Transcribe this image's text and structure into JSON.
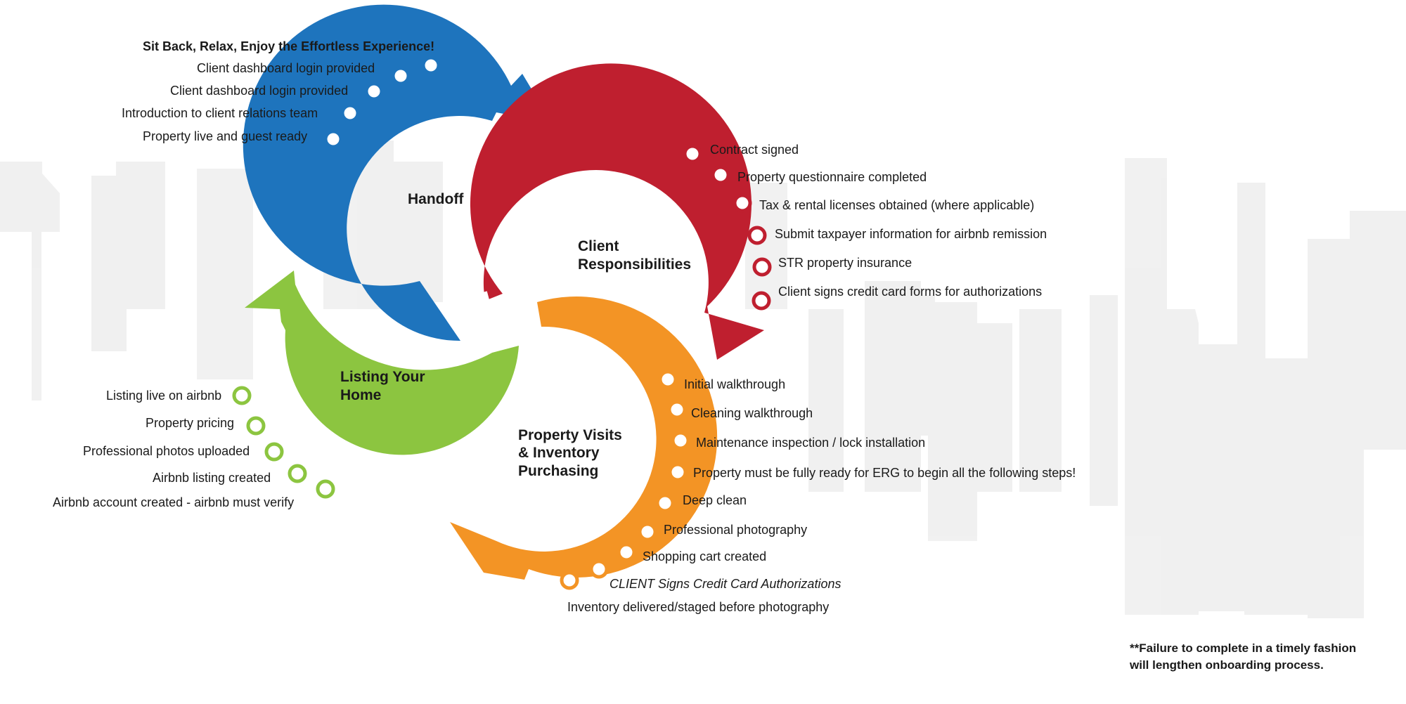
{
  "colors": {
    "handoff": "#1e74bd",
    "client": "#bf1f2f",
    "visits": "#f39425",
    "listing": "#8cc540",
    "skyline": "#e8e8e8",
    "text": "#1a1a1a"
  },
  "stages": {
    "handoff": {
      "title": "Handoff",
      "items": [
        "Sit Back, Relax, Enjoy the Effortless Experience!",
        "Client dashboard login provided",
        "Client dashboard login provided",
        "Introduction to client relations team",
        "Property live and guest ready"
      ]
    },
    "client": {
      "title_line1": "Client",
      "title_line2": "Responsibilities",
      "items": [
        "Contract signed",
        "Property questionnaire completed",
        "Tax & rental licenses obtained (where applicable)",
        "Submit taxpayer information for airbnb remission",
        "STR property insurance",
        "Client signs credit card forms for authorizations"
      ]
    },
    "visits": {
      "title_line1": "Property Visits",
      "title_line2": "& Inventory",
      "title_line3": "Purchasing",
      "items": [
        "Initial walkthrough",
        "Cleaning walkthrough",
        "Maintenance inspection / lock installation",
        "Property must be fully ready for ERG to begin all the following steps!",
        "Deep clean",
        "Professional photography",
        "Shopping cart created",
        "CLIENT Signs Credit Card Authorizations",
        "Inventory delivered/staged before photography"
      ]
    },
    "listing": {
      "title_line1": "Listing Your",
      "title_line2": "Home",
      "items": [
        "Listing live on airbnb",
        "Property pricing",
        "Professional photos uploaded",
        "Airbnb listing created",
        "Airbnb account created - airbnb must verify"
      ]
    }
  },
  "footnote": {
    "line1": "**Failure to complete in a timely fashion",
    "line2": "will lengthen onboarding process."
  }
}
